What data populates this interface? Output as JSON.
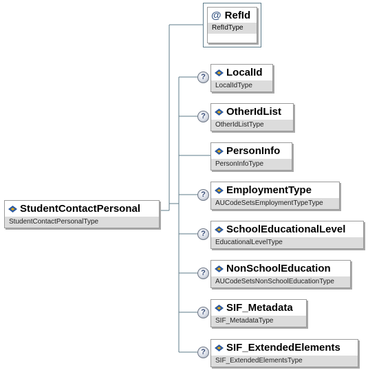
{
  "root": {
    "name": "StudentContactPersonal",
    "type": "StudentContactPersonalType"
  },
  "attribute": {
    "marker": "@",
    "name": "RefId",
    "type": "RefIdType"
  },
  "optional_marker": "?",
  "elements": [
    {
      "name": "LocalId",
      "type": "LocalIdType",
      "optional": true
    },
    {
      "name": "OtherIdList",
      "type": "OtherIdListType",
      "optional": true
    },
    {
      "name": "PersonInfo",
      "type": "PersonInfoType",
      "optional": false
    },
    {
      "name": "EmploymentType",
      "type": "AUCodeSetsEmploymentTypeType",
      "optional": true
    },
    {
      "name": "SchoolEducationalLevel",
      "type": "EducationalLevelType",
      "optional": true
    },
    {
      "name": "NonSchoolEducation",
      "type": "AUCodeSetsNonSchoolEducationType",
      "optional": true
    },
    {
      "name": "SIF_Metadata",
      "type": "SIF_MetadataType",
      "optional": true
    },
    {
      "name": "SIF_ExtendedElements",
      "type": "SIF_ExtendedElementsType",
      "optional": true
    }
  ],
  "colors": {
    "connector": "#5c7b8a",
    "type_band": "#dcdcdc",
    "icon_blue": "#2c5aa0",
    "icon_gold": "#e0a818"
  }
}
